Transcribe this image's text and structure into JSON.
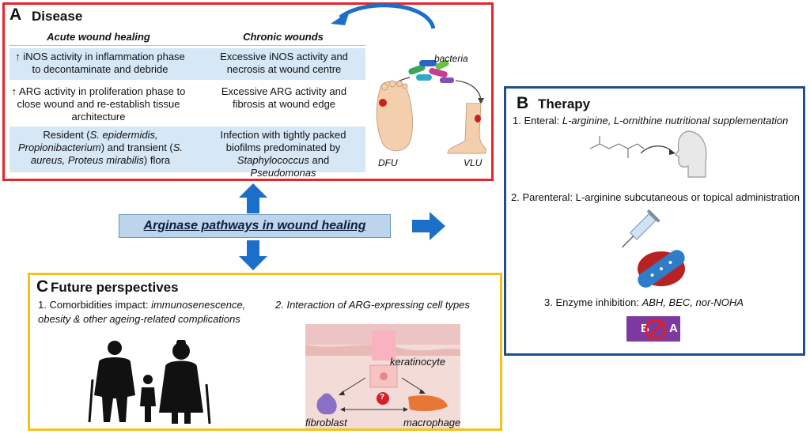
{
  "panel_a": {
    "letter": "A",
    "title": "Disease",
    "headers": [
      "Acute wound healing",
      "Chronic wounds"
    ],
    "rows": [
      {
        "acute": "↑ iNOS activity in inflammation phase to decontaminate and debride",
        "chronic": "Excessive iNOS activity and necrosis at wound centre"
      },
      {
        "acute": "↑ ARG activity in proliferation phase to close wound and re-establish tissue architecture",
        "chronic": "Excessive ARG activity and fibrosis at wound edge"
      },
      {
        "acute_parts": [
          "Resident (",
          "S. epidermidis, Propionibacterium",
          ") and transient (",
          "S. aureus, Proteus mirabilis",
          ") flora"
        ],
        "chronic_parts": [
          "Infection with tightly packed biofilms predominated by ",
          "Staphylococcus",
          " and ",
          "Pseudomonas"
        ]
      }
    ],
    "labels": {
      "bacteria": "bacteria",
      "dfu": "DFU",
      "vlu": "VLU"
    }
  },
  "center": {
    "title": "Arginase pathways in wound healing"
  },
  "panel_b": {
    "letter": "B",
    "title": "Therapy",
    "item1_prefix": "1. Enteral: ",
    "item1_italic": "L-arginine, L-ornithine nutritional supplementation",
    "item2": "2. Parenteral: L-arginine subcutaneous or topical administration",
    "item3_prefix": "3. Enzyme inhibition: ",
    "item3_italic": "ABH, BEC, nor-NOHA",
    "inhibitor_letters": [
      "B",
      "A"
    ]
  },
  "panel_c": {
    "letter": "C",
    "title": "Future perspectives",
    "item1_prefix": "1. Comorbidities impact: ",
    "item1_italic_a": "immunosenescence,",
    "item1_italic_b": "obesity & other ageing-related complications",
    "item2": "2. Interaction of ARG-expressing cell types",
    "labels": {
      "keratinocyte": "keratinocyte",
      "fibroblast": "fibroblast",
      "macrophage": "macrophage",
      "question": "?"
    }
  },
  "colors": {
    "panel_a": "#e8242a",
    "panel_b": "#1f4e8c",
    "panel_c": "#f4c21d",
    "arrow": "#1b6fc9",
    "table_row": "#d6e7f5"
  }
}
